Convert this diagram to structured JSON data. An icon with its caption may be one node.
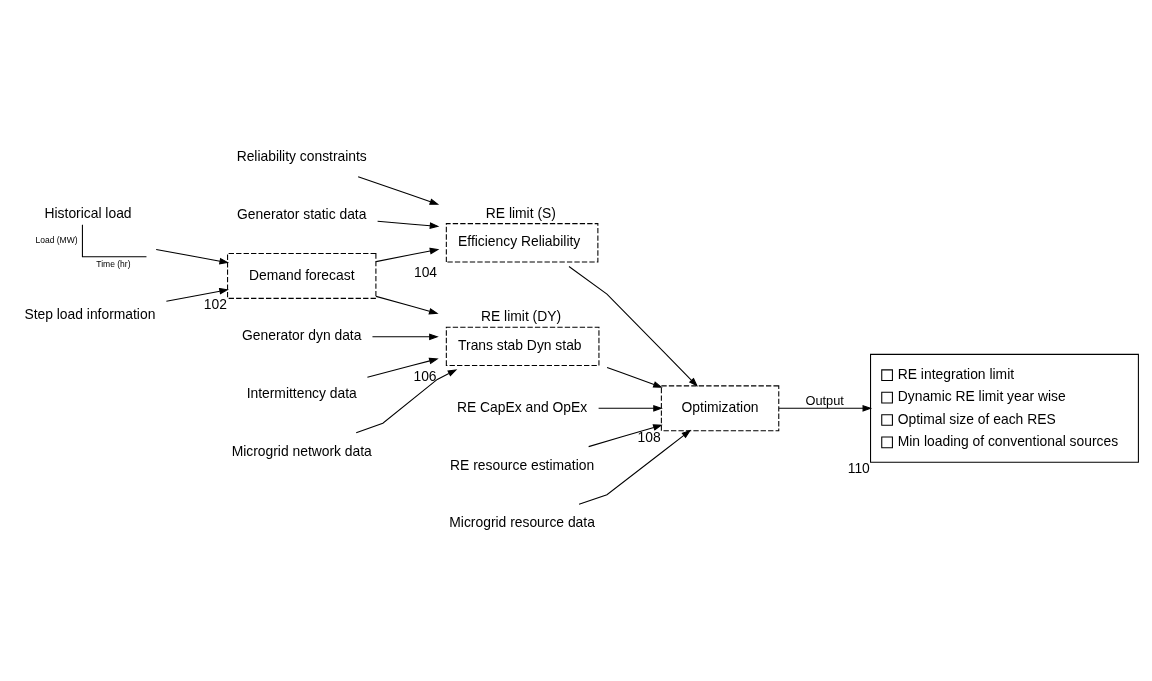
{
  "diagram": {
    "nodes": [
      {
        "text": [
          "Generator static data"
        ]
      },
      {
        "text": [
          "Reliability constraints"
        ]
      },
      {
        "text": [
          "Historical load",
          "Load (MW)",
          "Time (hr)"
        ]
      },
      {
        "text": [
          "Step load information"
        ]
      },
      {
        "text": [
          "Demand forecast"
        ],
        "beside": [
          "102"
        ]
      },
      {
        "text": [
          "RE limit (S)",
          "Efficiency Reliability"
        ],
        "beside": [
          "104"
        ]
      },
      {
        "text": [
          "RE limit (DY)",
          "Trans stab Dyn stab"
        ],
        "beside": [
          "106"
        ]
      },
      {
        "text": [
          "Microgrid network data"
        ]
      },
      {
        "text": [
          "Generator dyn data"
        ]
      },
      {
        "text": [
          "Intermittency data"
        ]
      },
      {
        "text": [
          "RE CapEx and OpEx"
        ]
      },
      {
        "text": [
          "RE resource estimation"
        ]
      },
      {
        "text": [
          "Microgrid resource data"
        ]
      },
      {
        "text": [
          "Optimization"
        ],
        "beside": [
          "108"
        ]
      },
      {
        "text": [
          "RE integration limit",
          "Dynamic RE limit year wise",
          "Optimal size of each RES",
          "Min loading of conventional sources"
        ],
        "beside": [
          "110"
        ]
      }
    ],
    "edges": [
      {
        "from": 0,
        "to": 5,
        "arrow": "to"
      },
      {
        "from": 1,
        "to": 5,
        "arrow": "to"
      },
      {
        "from": 2,
        "to": 4,
        "arrow": "to"
      },
      {
        "from": 3,
        "to": 4,
        "arrow": "to"
      },
      {
        "from": 4,
        "to": 5,
        "arrow": "to"
      },
      {
        "from": 4,
        "to": 6,
        "arrow": "to"
      },
      {
        "from": 7,
        "to": 6,
        "arrow": "to"
      },
      {
        "from": 8,
        "to": 6,
        "arrow": "to"
      },
      {
        "from": 9,
        "to": 6,
        "arrow": "to"
      },
      {
        "from": 5,
        "to": 13,
        "arrow": "to"
      },
      {
        "from": 6,
        "to": 13,
        "arrow": "to"
      },
      {
        "from": 10,
        "to": 13,
        "arrow": "to"
      },
      {
        "from": 11,
        "to": 13,
        "arrow": "to"
      },
      {
        "from": 12,
        "to": 13,
        "arrow": "to"
      },
      {
        "from": 13,
        "to": 14,
        "label": "Output",
        "arrow": "to"
      }
    ]
  }
}
